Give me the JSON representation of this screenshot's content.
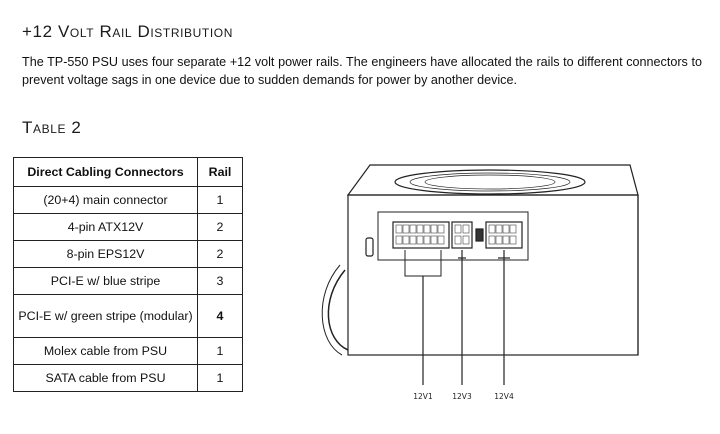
{
  "section": {
    "heading": "+12 Volt Rail Distribution",
    "paragraph": "The TP-550 PSU uses four separate +12 volt power rails. The engineers have allocated the rails to different connectors to prevent voltage sags in one device due to sudden demands for power by another device."
  },
  "table": {
    "title": "Table 2",
    "headers": [
      "Direct Cabling Connectors",
      "Rail"
    ],
    "rows": [
      {
        "connector": "(20+4) main connector",
        "rail": "1"
      },
      {
        "connector": "4-pin ATX12V",
        "rail": "2"
      },
      {
        "connector": "8-pin EPS12V",
        "rail": "2"
      },
      {
        "connector": "PCI-E w/ blue stripe",
        "rail": "3"
      },
      {
        "connector": "PCI-E w/ green stripe (modular)",
        "rail": "4"
      },
      {
        "connector": "Molex cable from PSU",
        "rail": "1"
      },
      {
        "connector": "SATA cable from PSU",
        "rail": "1"
      }
    ]
  },
  "diagram": {
    "labels": [
      "12V1",
      "12V3",
      "12V4"
    ]
  }
}
